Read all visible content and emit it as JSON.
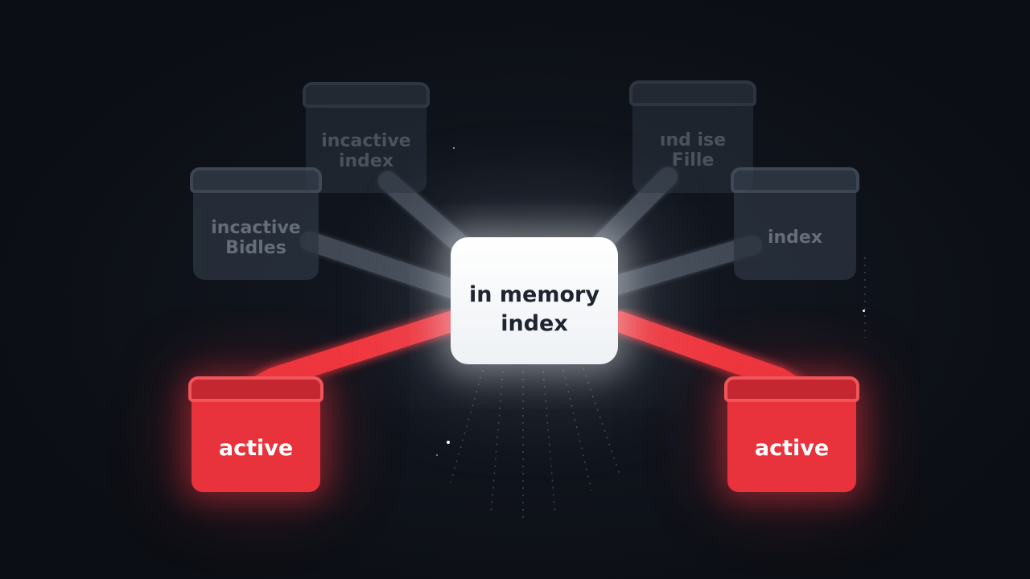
{
  "diagram": {
    "center": {
      "label": "in memory\nindex"
    },
    "buckets": [
      {
        "id": "top-left",
        "label": "incactive\nindex",
        "state": "inactive"
      },
      {
        "id": "mid-left",
        "label": "incactive\nBidles",
        "state": "inactive"
      },
      {
        "id": "top-right",
        "label": "ınd ise\nFille",
        "state": "inactive"
      },
      {
        "id": "mid-right",
        "label": "index",
        "state": "inactive"
      },
      {
        "id": "bottom-left",
        "label": "active",
        "state": "active"
      },
      {
        "id": "bottom-right",
        "label": "active",
        "state": "active"
      }
    ]
  },
  "colors": {
    "background": "#0c0f16",
    "inactive": "#2c3440",
    "active": "#e8333d",
    "center": "#ffffff",
    "center_text": "#1e2430"
  }
}
